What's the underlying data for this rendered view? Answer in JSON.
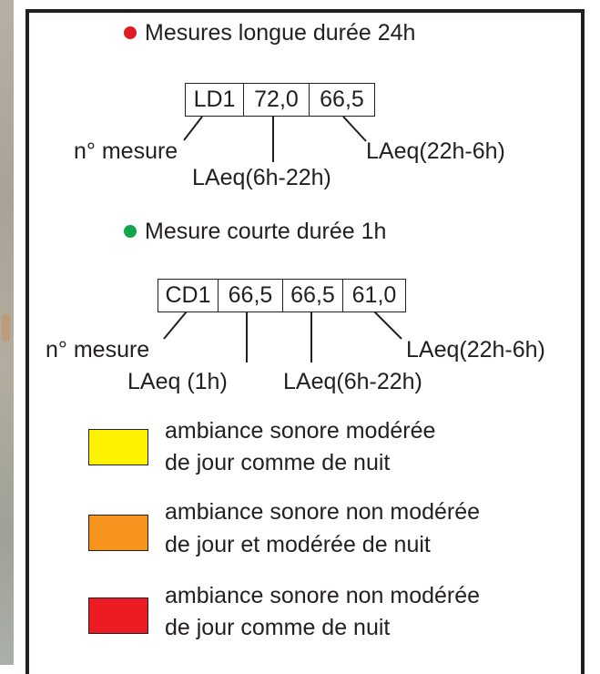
{
  "long_measure": {
    "title": "Mesures longue durée 24h",
    "dot_color": "#e11b22",
    "cells": [
      "LD1",
      "72,0",
      "66,5"
    ],
    "labels": {
      "id": "n° mesure",
      "day": "LAeq(6h-22h)",
      "night": "LAeq(22h-6h)"
    }
  },
  "short_measure": {
    "title": "Mesure courte durée 1h",
    "dot_color": "#12a54a",
    "cells": [
      "CD1",
      "66,5",
      "66,5",
      "61,0"
    ],
    "labels": {
      "id": "n° mesure",
      "hour": "LAeq (1h)",
      "day": "LAeq(6h-22h)",
      "night": "LAeq(22h-6h)"
    }
  },
  "legend": [
    {
      "color": "#fff200",
      "line1": "ambiance sonore modérée",
      "line2": "de jour comme de nuit"
    },
    {
      "color": "#f7941d",
      "line1": "ambiance sonore non modérée",
      "line2": "de jour et modérée de nuit"
    },
    {
      "color": "#ed1c24",
      "line1": "ambiance sonore non modérée",
      "line2": "de jour comme de nuit"
    }
  ]
}
